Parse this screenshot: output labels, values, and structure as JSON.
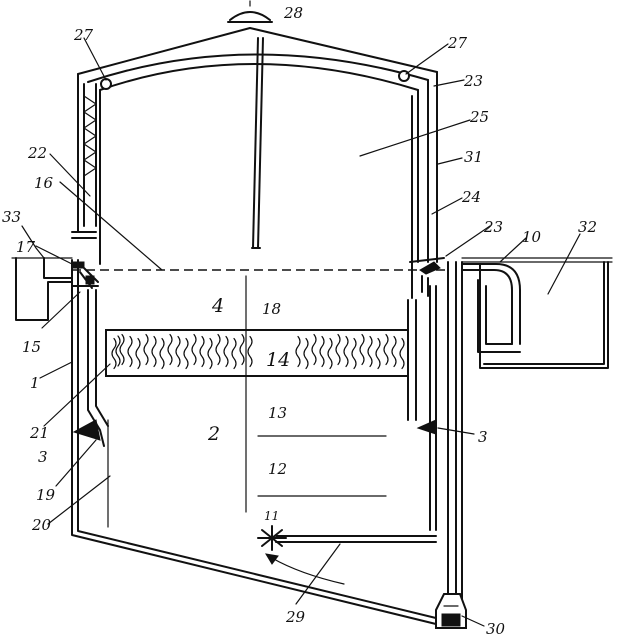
{
  "labels": {
    "l1": "1",
    "l2": "2",
    "l3a": "3",
    "l3b": "3",
    "l4": "4",
    "l10": "10",
    "l11": "11",
    "l12": "12",
    "l13": "13",
    "l14": "14",
    "l15": "15",
    "l16": "16",
    "l17": "17",
    "l18": "18",
    "l19": "19",
    "l20": "20",
    "l21": "21",
    "l22": "22",
    "l23a": "23",
    "l23b": "23",
    "l24": "24",
    "l25": "25",
    "l27a": "27",
    "l27b": "27",
    "l28": "28",
    "l29": "29",
    "l30": "30",
    "l31": "31",
    "l32": "32",
    "l33": "33"
  }
}
